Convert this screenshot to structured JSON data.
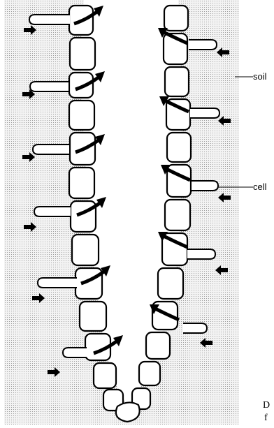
{
  "labels": {
    "soil": "soil",
    "cell": "cell",
    "cropped_d": "D",
    "cropped_f": "f"
  }
}
